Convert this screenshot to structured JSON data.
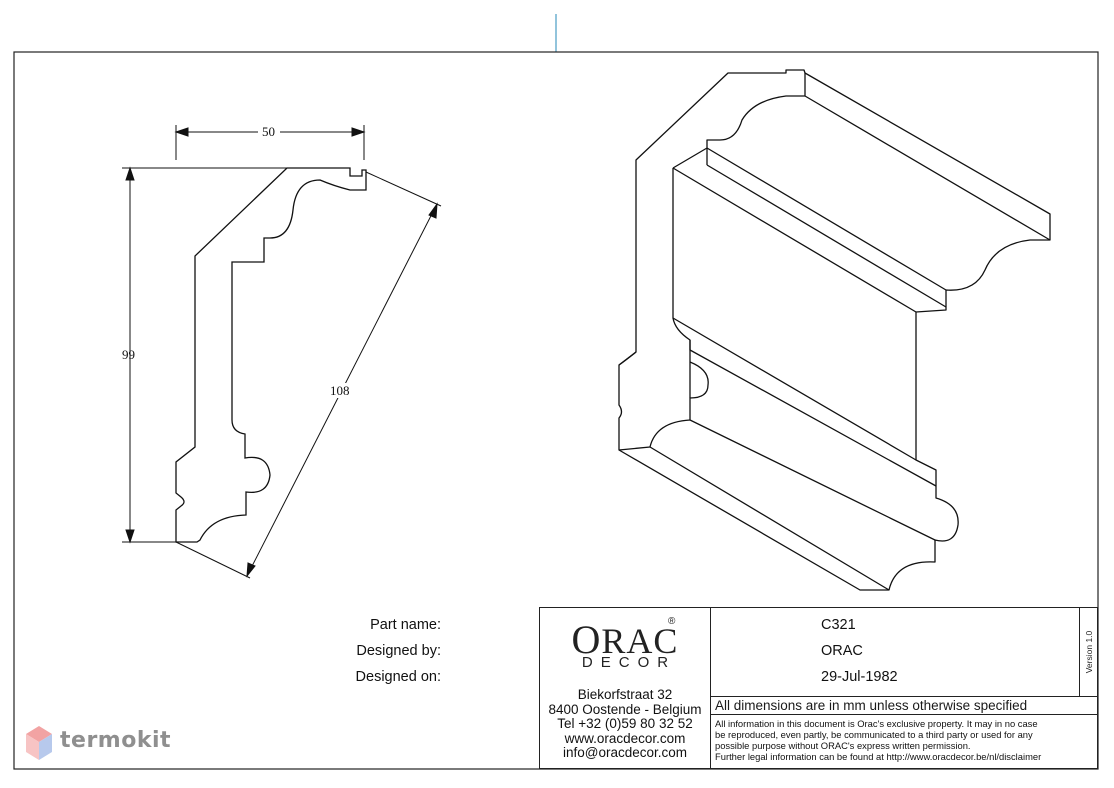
{
  "dimensions": {
    "width": "50",
    "height": "99",
    "diagonal": "108"
  },
  "logo": {
    "word_first": "O",
    "word_rest": "RAC",
    "registered": "®",
    "sub": "DECOR"
  },
  "address": {
    "street": "Biekorfstraat 32",
    "city": "8400 Oostende - Belgium",
    "tel": "Tel  +32 (0)59 80 32 52",
    "web": "www.oracdecor.com",
    "email": "info@oracdecor.com"
  },
  "info": {
    "part_label": "Part name:",
    "part_value": "C321",
    "designer_label": "Designed by:",
    "designer_value": "ORAC",
    "date_label": "Designed on:",
    "date_value": "29-Jul-1982"
  },
  "version": "Version 1.0",
  "dims_note": "All dimensions are in mm unless otherwise specified",
  "legal": [
    "All information in this document is Orac's exclusive property.  It may in no case",
    "be reproduced, even partly, be communicated to a third party or used for any",
    "possible purpose without ORAC's express written permission.",
    "Further legal information can be found at http://www.oracdecor.be/nl/disclaimer"
  ],
  "watermark": {
    "text": "termokit",
    "icon": "cube-icon"
  }
}
